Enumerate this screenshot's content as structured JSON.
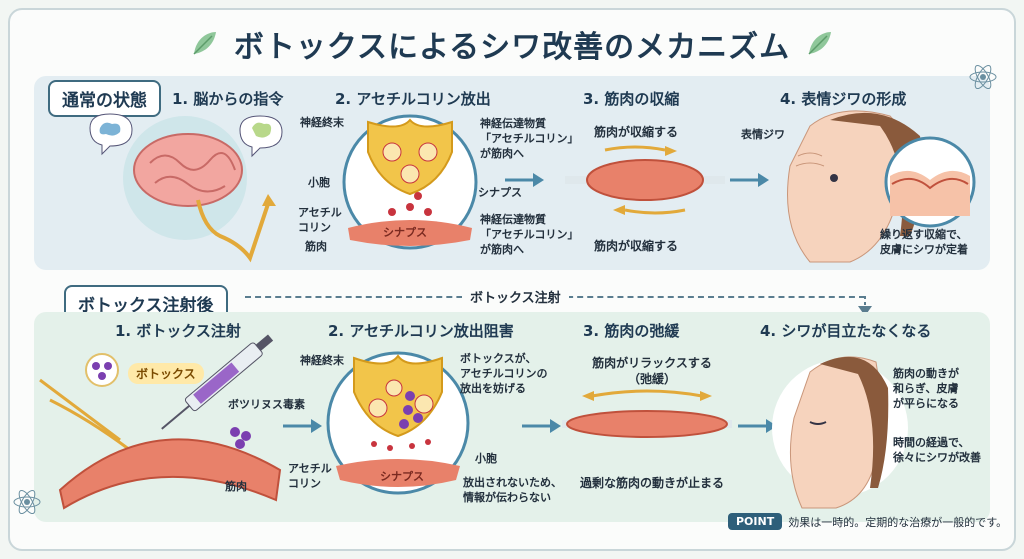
{
  "title": "ボトックスによるシワ改善のメカニズム",
  "normal": {
    "section_label": "通常の状態",
    "step1": {
      "title": "1. 脳からの指令"
    },
    "step2": {
      "title": "2. アセチルコリン放出",
      "nerve_ending": "神経終末",
      "vesicle": "小胞",
      "acetylcholine_l1": "アセチル",
      "acetylcholine_l2": "コリン",
      "muscle": "筋肉",
      "synapse": "シナプス",
      "synapse_right": "シナプス",
      "transmitter_top_l1": "神経伝達物質",
      "transmitter_top_l2": "「アセチルコリン」",
      "transmitter_top_l3": "が筋肉へ",
      "transmitter_bot_l1": "神経伝達物質",
      "transmitter_bot_l2": "「アセチルコリン」",
      "transmitter_bot_l3": "が筋肉へ"
    },
    "step3": {
      "title": "3. 筋肉の収縮",
      "contract_top": "筋肉が収縮する",
      "contract_bottom": "筋肉が収縮する"
    },
    "step4": {
      "title": "4. 表情ジワの形成",
      "wrinkle_label": "表情ジワ",
      "caption_l1": "繰り返す収縮で、",
      "caption_l2": "皮膚にシワが定着"
    }
  },
  "botox": {
    "section_label": "ボトックス注射後",
    "injection_label": "ボトックス注射",
    "step1": {
      "title": "1. ボトックス注射",
      "botox_pill": "ボトックス",
      "toxin": "ボツリヌス毒素",
      "muscle": "筋肉"
    },
    "step2": {
      "title": "2. アセチルコリン放出阻害",
      "nerve_ending": "神経終末",
      "block_l1": "ボトックスが、",
      "block_l2": "アセチルコリンの",
      "block_l3": "放出を妨げる",
      "vesicle": "小胞",
      "acetylcholine_l1": "アセチル",
      "acetylcholine_l2": "コリン",
      "synapse": "シナプス",
      "note_l1": "放出されないため、",
      "note_l2": "情報が伝わらない"
    },
    "step3": {
      "title": "3. 筋肉の弛緩",
      "relax_l1": "筋肉がリラックスする",
      "relax_l2": "（弛緩）",
      "stop": "過剰な筋肉の動きが止まる"
    },
    "step4": {
      "title": "4. シワが目立たなくなる",
      "calm_l1": "筋肉の動きが",
      "calm_l2": "和らぎ、皮膚",
      "calm_l3": "が平らになる",
      "time_l1": "時間の経過で、",
      "time_l2": "徐々にシワが改善"
    }
  },
  "point": {
    "tag": "POINT",
    "text": "効果は一時的。定期的な治療が一般的です。"
  },
  "colors": {
    "navy": "#1f3a52",
    "muscle": "#e8816a",
    "nerve": "#f2c54a",
    "vesicle": "#c8343e",
    "botox": "#7b3fb0",
    "arrow": "#4b89a8"
  }
}
